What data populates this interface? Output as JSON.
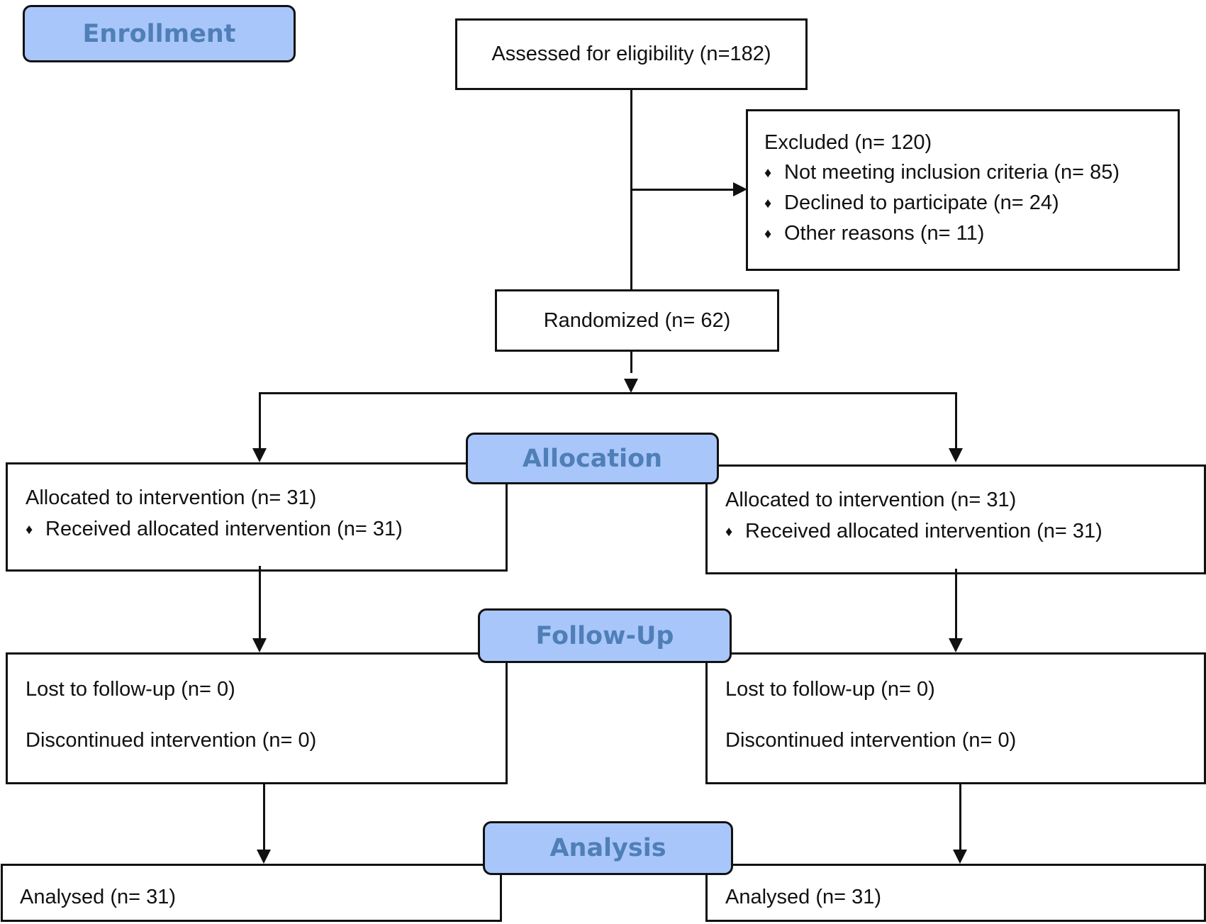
{
  "stages": {
    "enrollment": "Enrollment",
    "allocation": "Allocation",
    "follow_up": "Follow-Up",
    "analysis": "Analysis"
  },
  "assessed": "Assessed for eligibility (n=182)",
  "excluded": {
    "title": "Excluded  (n= 120)",
    "reasons": [
      "Not meeting inclusion criteria (n= 85)",
      "Declined to participate (n= 24)",
      "Other reasons (n= 11)"
    ]
  },
  "randomized": "Randomized (n= 62)",
  "arms": [
    {
      "allocated": "Allocated to intervention (n= 31)",
      "received": "Received allocated intervention (n= 31)",
      "lost": "Lost to follow-up (n= 0)",
      "discontinued": "Discontinued intervention (n= 0)",
      "analysed": "Analysed  (n= 31)"
    },
    {
      "allocated": "Allocated to intervention (n= 31)",
      "received": "Received allocated intervention (n= 31)",
      "lost": "Lost to follow-up (n= 0)",
      "discontinued": "Discontinued intervention (n= 0)",
      "analysed": "Analysed  (n= 31)"
    }
  ],
  "colors": {
    "stage_fill": "#a9c6fa",
    "stage_text": "#4f7fb7",
    "line": "#111111"
  }
}
